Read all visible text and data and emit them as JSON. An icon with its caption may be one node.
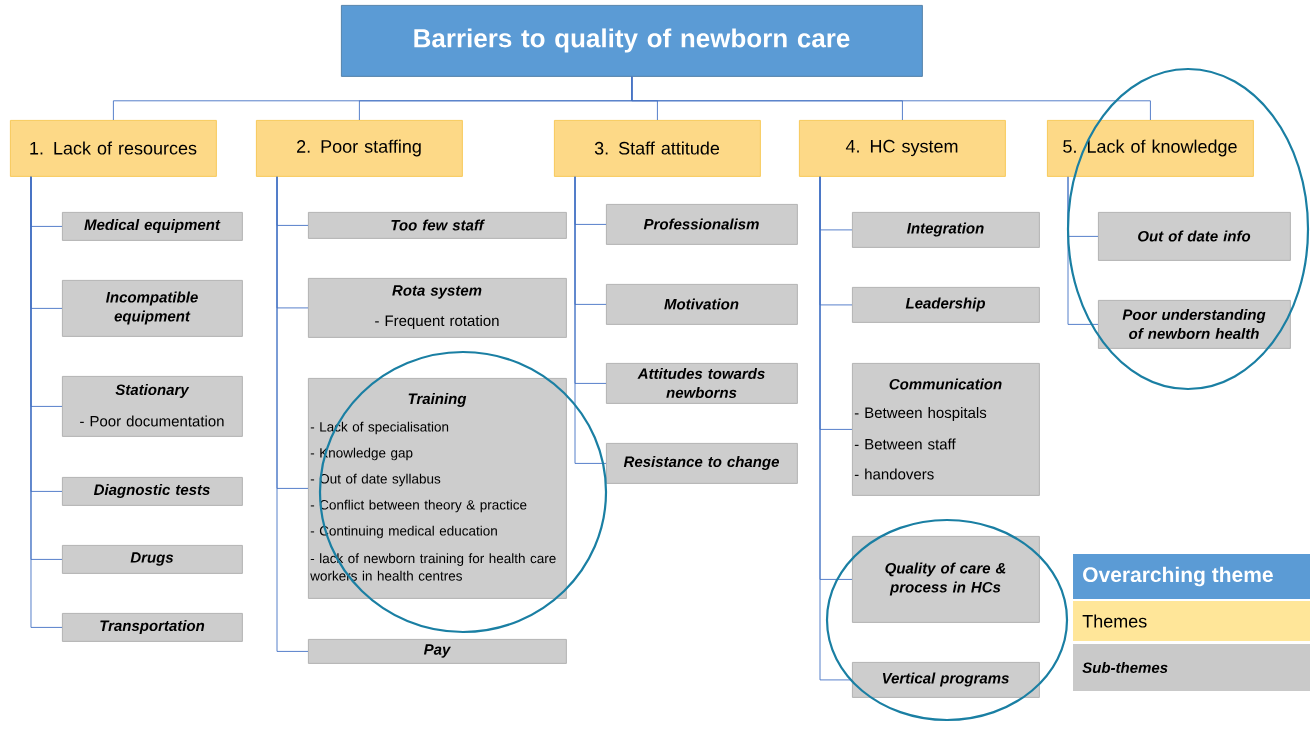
{
  "diagram": {
    "nodes": [
      {
        "text": [
          "Barriers to quality of newborn care"
        ]
      },
      {
        "text": [
          "1. Lack of resources"
        ]
      },
      {
        "text": [
          "2. Poor staffing"
        ]
      },
      {
        "text": [
          "3. Staff attitude"
        ]
      },
      {
        "text": [
          "4. HC system"
        ]
      },
      {
        "text": [
          "5. Lack of knowledge"
        ]
      },
      {
        "text": [
          "Medical equipment"
        ]
      },
      {
        "text": [
          "Incompatible equipment"
        ]
      },
      {
        "text": [
          "Stationary",
          "- Poor documentation"
        ]
      },
      {
        "text": [
          "Diagnostic tests"
        ]
      },
      {
        "text": [
          "Drugs"
        ]
      },
      {
        "text": [
          "Transportation"
        ]
      },
      {
        "text": [
          "Too few staff"
        ]
      },
      {
        "text": [
          "Rota system",
          "- Frequent rotation"
        ]
      },
      {
        "text": [
          "Training",
          "- Lack of specialisation",
          "- Knowledge gap",
          "- Out of date syllabus",
          "- Conflict between theory & practice",
          "- Continuing medical education",
          "- lack of newborn training for health care workers in health centres"
        ]
      },
      {
        "text": [
          "Pay"
        ]
      },
      {
        "text": [
          "Professionalism"
        ]
      },
      {
        "text": [
          "Motivation"
        ]
      },
      {
        "text": [
          "Attitudes towards newborns"
        ]
      },
      {
        "text": [
          "Resistance to change"
        ]
      },
      {
        "text": [
          "Integration"
        ]
      },
      {
        "text": [
          "Leadership"
        ]
      },
      {
        "text": [
          "Communication",
          "- Between hospitals",
          "- Between staff",
          "- handovers"
        ]
      },
      {
        "text": [
          "Quality of care & process in HCs"
        ]
      },
      {
        "text": [
          "Vertical programs"
        ]
      },
      {
        "text": [
          "Out of date info"
        ]
      },
      {
        "text": [
          "Poor understanding of newborn health"
        ]
      }
    ],
    "edges": [
      {
        "from": 0,
        "to": 1,
        "arrow": "none"
      },
      {
        "from": 0,
        "to": 2,
        "arrow": "none"
      },
      {
        "from": 0,
        "to": 3,
        "arrow": "none"
      },
      {
        "from": 0,
        "to": 4,
        "arrow": "none"
      },
      {
        "from": 0,
        "to": 5,
        "arrow": "none"
      },
      {
        "from": 1,
        "to": 6,
        "arrow": "none"
      },
      {
        "from": 1,
        "to": 7,
        "arrow": "none"
      },
      {
        "from": 1,
        "to": 8,
        "arrow": "none"
      },
      {
        "from": 1,
        "to": 9,
        "arrow": "none"
      },
      {
        "from": 1,
        "to": 10,
        "arrow": "none"
      },
      {
        "from": 1,
        "to": 11,
        "arrow": "none"
      },
      {
        "from": 2,
        "to": 12,
        "arrow": "none"
      },
      {
        "from": 2,
        "to": 13,
        "arrow": "none"
      },
      {
        "from": 2,
        "to": 14,
        "arrow": "none"
      },
      {
        "from": 2,
        "to": 15,
        "arrow": "none"
      },
      {
        "from": 3,
        "to": 16,
        "arrow": "none"
      },
      {
        "from": 3,
        "to": 17,
        "arrow": "none"
      },
      {
        "from": 3,
        "to": 18,
        "arrow": "none"
      },
      {
        "from": 3,
        "to": 19,
        "arrow": "none"
      },
      {
        "from": 4,
        "to": 20,
        "arrow": "none"
      },
      {
        "from": 4,
        "to": 21,
        "arrow": "none"
      },
      {
        "from": 4,
        "to": 22,
        "arrow": "none"
      },
      {
        "from": 4,
        "to": 23,
        "arrow": "none"
      },
      {
        "from": 4,
        "to": 24,
        "arrow": "none"
      },
      {
        "from": 5,
        "to": 25,
        "arrow": "none"
      },
      {
        "from": 5,
        "to": 26,
        "arrow": "none"
      }
    ],
    "legend": [
      {
        "text": "Overarching theme",
        "color": "#5b9bd5"
      },
      {
        "text": "Themes",
        "color": "#ffe699"
      },
      {
        "text": "Sub-themes",
        "color": "#c9c9c9"
      }
    ]
  }
}
